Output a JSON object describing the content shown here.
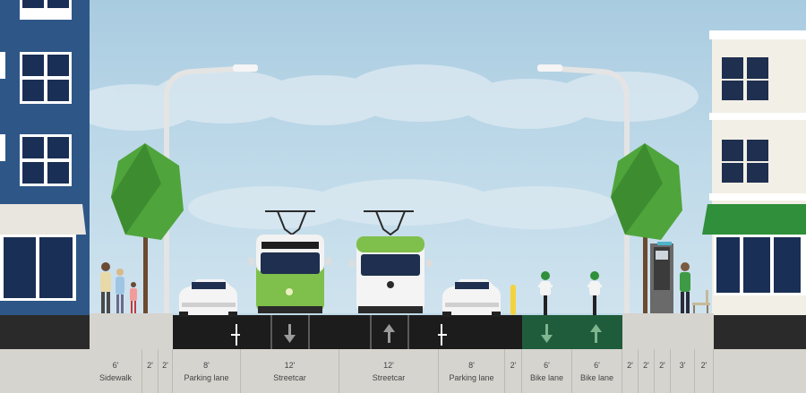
{
  "segments": [
    {
      "width": "6'",
      "name": "Sidewalk"
    },
    {
      "width": "2'",
      "name": ""
    },
    {
      "width": "2'",
      "name": ""
    },
    {
      "width": "8'",
      "name": "Parking lane"
    },
    {
      "width": "12'",
      "name": "Streetcar"
    },
    {
      "width": "12'",
      "name": "Streetcar"
    },
    {
      "width": "8'",
      "name": "Parking lane"
    },
    {
      "width": "2'",
      "name": ""
    },
    {
      "width": "6'",
      "name": "Bike lane"
    },
    {
      "width": "6'",
      "name": "Bike lane"
    },
    {
      "width": "2'",
      "name": ""
    },
    {
      "width": "2'",
      "name": ""
    },
    {
      "width": "2'",
      "name": ""
    },
    {
      "width": "3'",
      "name": ""
    },
    {
      "width": "2'",
      "name": ""
    }
  ],
  "colors": {
    "building_left": "#2e5788",
    "building_right": "#f2efe6",
    "awning_right": "#2f8f3a",
    "tree": "#4fa53b",
    "streetcar_green": "#7fbf4c",
    "bike_lane": "#1f5c3b",
    "road": "#1c1c1c",
    "sidewalk": "#d6d4cf"
  },
  "icons": [
    "arrow-down-icon",
    "arrow-up-icon",
    "streetlight-icon",
    "tree-icon",
    "streetcar-icon",
    "car-icon",
    "cyclist-icon",
    "pedestrian-icon",
    "bench-icon",
    "kiosk-icon",
    "bollard-icon"
  ]
}
